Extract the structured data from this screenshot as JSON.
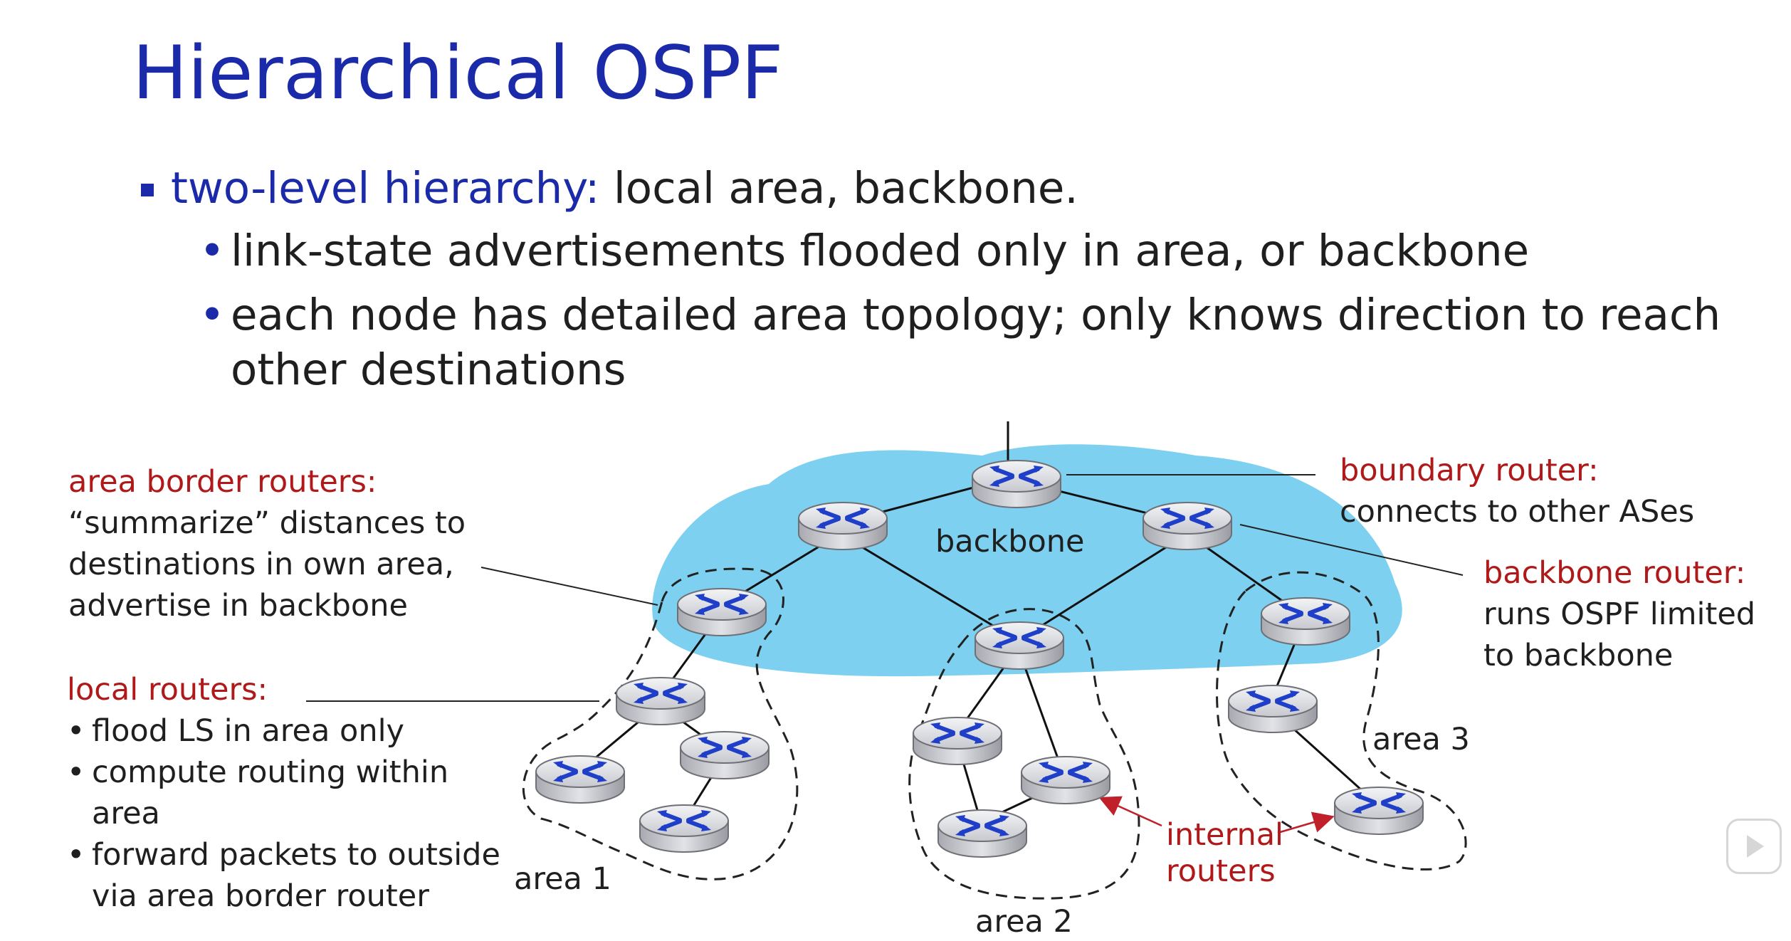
{
  "slide": {
    "title": "Hierarchical OSPF",
    "bullet1": {
      "term": "two-level hierarchy:",
      "rest": " local area, backbone."
    },
    "sub_bullets": [
      "link-state advertisements flooded only in area, or backbone",
      "each node has detailed area topology; only knows direction to reach other destinations"
    ]
  },
  "callouts": {
    "area_border": {
      "heading": "area border routers:",
      "lines": [
        "“summarize” distances  to",
        "destinations in own area,",
        "advertise in backbone"
      ]
    },
    "local": {
      "heading": "local routers:",
      "items": [
        "flood LS in area only",
        "compute routing within area",
        "forward packets to outside via area border router"
      ]
    },
    "boundary": {
      "heading": "boundary router:",
      "line": "connects to other ASes"
    },
    "backbone_router": {
      "heading": "backbone router:",
      "lines": [
        "runs OSPF limited",
        "to backbone"
      ]
    },
    "internal": {
      "lines": [
        "internal",
        "routers"
      ]
    }
  },
  "labels": {
    "backbone": "backbone",
    "area1": "area 1",
    "area2": "area 2",
    "area3": "area 3"
  },
  "colors": {
    "title_blue": "#1b2aa8",
    "callout_red": "#b01919",
    "backbone_fill": "#7dd0ef"
  },
  "icons": {
    "router": "router-icon",
    "play": "play-icon"
  }
}
